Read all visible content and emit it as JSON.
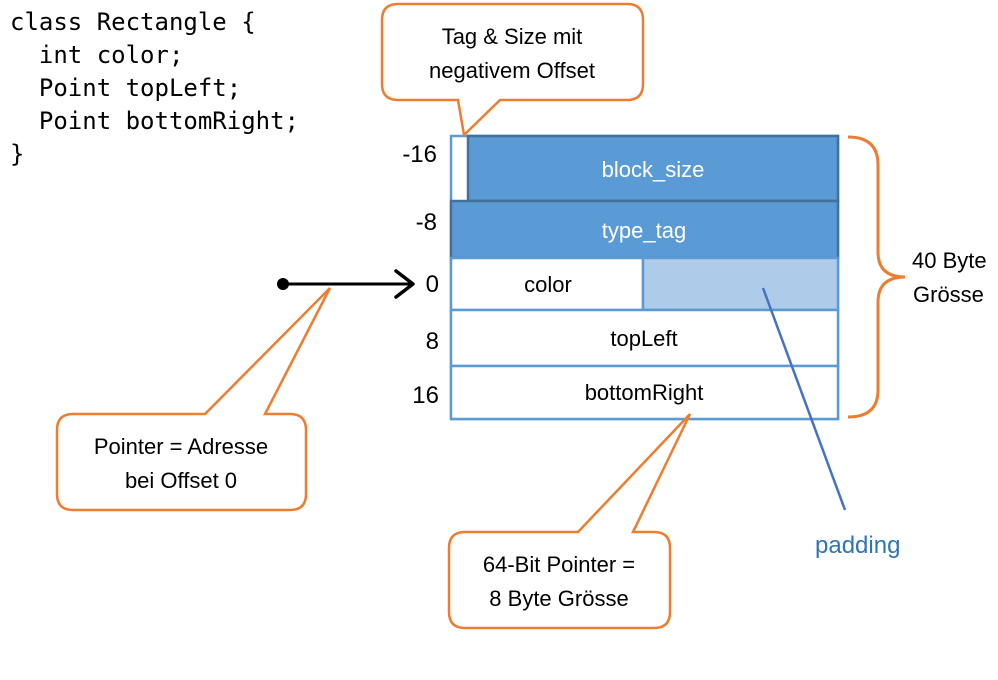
{
  "code": {
    "line1": "class Rectangle {",
    "line2": "  int color;",
    "line3": "  Point topLeft;",
    "line4": "  Point bottomRight;",
    "line5": "}"
  },
  "callouts": {
    "tag_size_line1": "Tag & Size mit",
    "tag_size_line2": "negativem Offset",
    "pointer_line1": "Pointer = Adresse",
    "pointer_line2": "bei Offset 0",
    "pointer64_line1": "64-Bit Pointer =",
    "pointer64_line2": "8 Byte Grösse"
  },
  "offsets": {
    "o1": "-16",
    "o2": "-8",
    "o3": "0",
    "o4": "8",
    "o5": "16"
  },
  "fields": {
    "block_size": "block_size",
    "type_tag": "type_tag",
    "color": "color",
    "top_left": "topLeft",
    "bottom_right": "bottomRight"
  },
  "size_label": {
    "line1": "40 Byte",
    "line2": "Grösse"
  },
  "padding_label": "padding",
  "colors": {
    "orange": "#ed7d31",
    "header_blue": "#5b9bd5",
    "header_border": "#41719c",
    "padding_blue": "#aecbea",
    "padding_text": "#2e75b6"
  }
}
